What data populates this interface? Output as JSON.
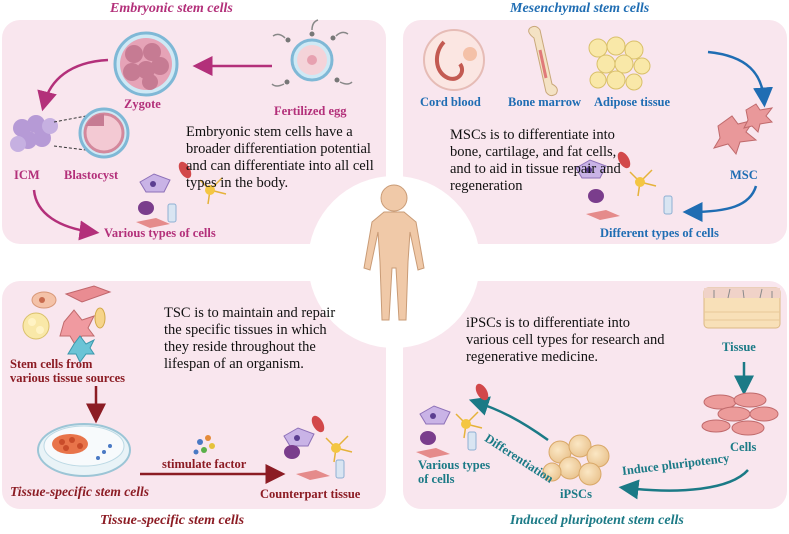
{
  "titles": {
    "embryonic": "Embryonic  stem cells",
    "mesenchymal": "Mesenchymal  stem cells",
    "tissue_specific": "Tissue-specific stem cells",
    "induced": "Induced pluripotent  stem cells"
  },
  "embryonic": {
    "fertilized_egg": "Fertilized egg",
    "zygote": "Zygote",
    "icm": "ICM",
    "blastocyst": "Blastocyst",
    "various_cells": "Various types of cells",
    "description": "Embryonic stem cells have a broader differentiation potential and can differentiate into all cell types in the body."
  },
  "mesenchymal": {
    "cord_blood": "Cord blood",
    "bone_marrow": "Bone marrow",
    "adipose_tissue": "Adipose tissue",
    "msc": "MSC",
    "different_cells": "Different types of cells",
    "description": "MSCs is to differentiate into bone, cartilage, and fat cells, and to aid in tissue repair and regeneration"
  },
  "tissue_specific": {
    "sources_line1": "Stem cells from",
    "sources_line2": "various tissue sources",
    "stimulate": "stimulate factor",
    "counterpart": "Counterpart tissue",
    "inner_title": "Tissue-specific stem cells",
    "description": "TSC is to maintain and repair the specific tissues in which they reside throughout the lifespan of an organism."
  },
  "induced": {
    "tissue": "Tissue",
    "cells": "Cells",
    "induce": "Induce pluripotency",
    "ipscs": "iPSCs",
    "differentiation": "Differentiation",
    "various_line1": "Various types",
    "various_line2": "of cells",
    "description": "iPSCs is to differentiate into various cell types for research and regenerative medicine."
  },
  "colors": {
    "panel_bg": "#f9e6ee",
    "magenta": "#b3307a",
    "blue": "#1f6db3",
    "red": "#8c1c24",
    "teal": "#1b7a86"
  }
}
